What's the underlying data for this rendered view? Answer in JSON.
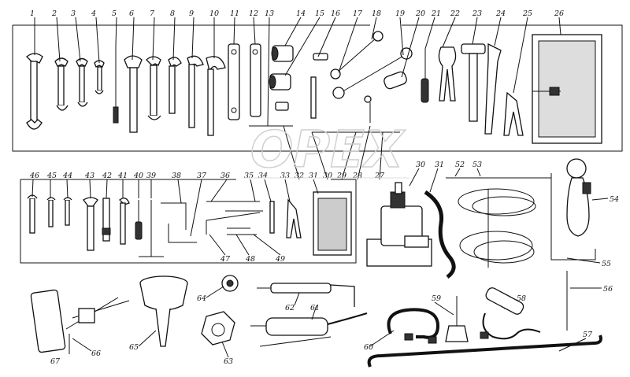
{
  "labels_top": [
    "1",
    "2",
    "3",
    "4",
    "5",
    "6",
    "7",
    "8",
    "9",
    "10",
    "11",
    "12",
    "13",
    "14",
    "15",
    "16",
    "17",
    "18",
    "19",
    "20",
    "21",
    "22",
    "23",
    "24",
    "25",
    "26"
  ],
  "labels_mid": [
    "46",
    "45",
    "44",
    "43",
    "42",
    "41",
    "40",
    "39",
    "38",
    "37",
    "36",
    "35",
    "34",
    "33",
    "32",
    "31",
    "30",
    "29",
    "28",
    "27",
    "47",
    "48",
    "49"
  ],
  "labels_right": [
    "30",
    "31",
    "52",
    "53",
    "54",
    "55",
    "56",
    "57",
    "58",
    "59",
    "60"
  ],
  "labels_bottom": [
    "64",
    "62",
    "61",
    "65",
    "63",
    "66",
    "67"
  ],
  "watermark": "OPEX"
}
